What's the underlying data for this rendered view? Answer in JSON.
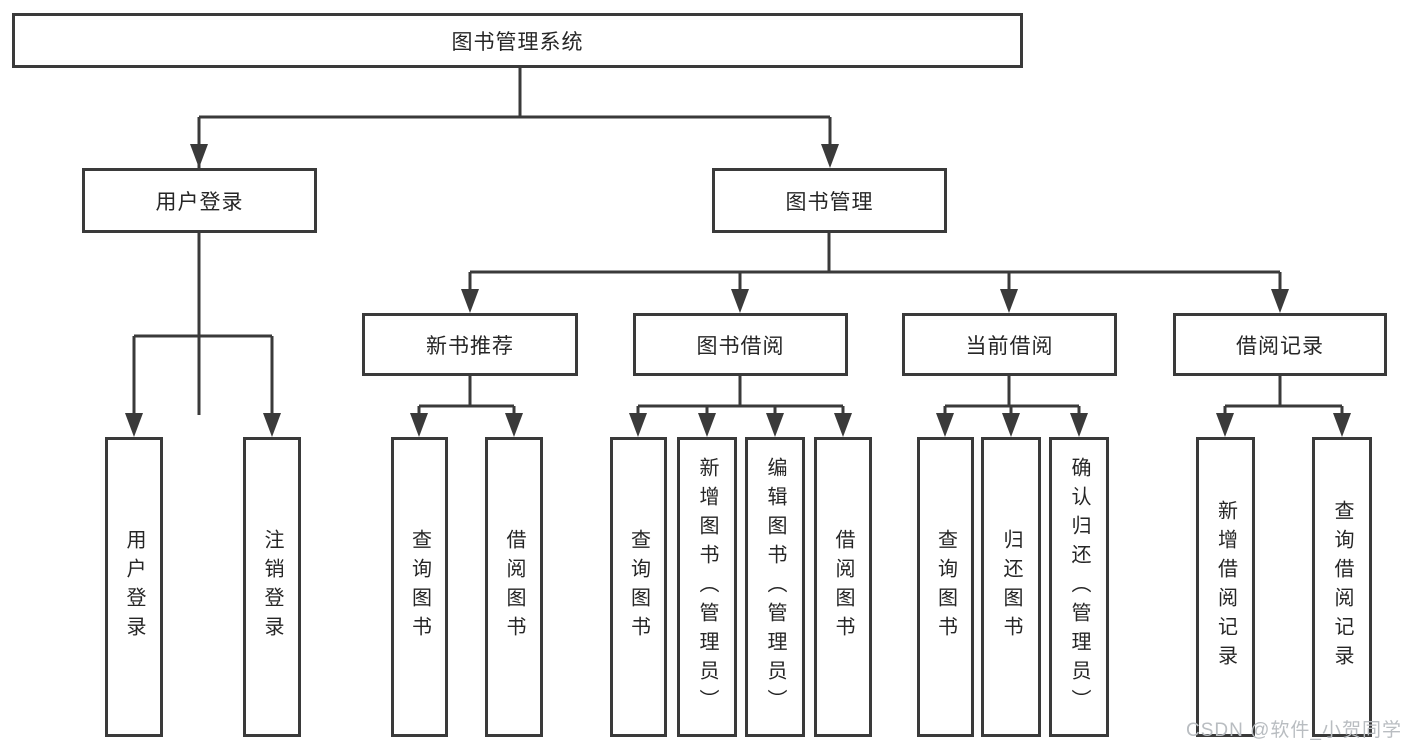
{
  "diagram": {
    "type": "hierarchy-tree",
    "root": {
      "label": "图书管理系统"
    },
    "level2": [
      {
        "label": "用户登录"
      },
      {
        "label": "图书管理"
      }
    ],
    "level3": [
      {
        "label": "新书推荐"
      },
      {
        "label": "图书借阅"
      },
      {
        "label": "当前借阅"
      },
      {
        "label": "借阅记录"
      }
    ],
    "leaves": {
      "userLogin": [
        {
          "label": "用户登录"
        },
        {
          "label": "注销登录"
        }
      ],
      "newBookRecommend": [
        {
          "label": "查询图书"
        },
        {
          "label": "借阅图书"
        }
      ],
      "bookBorrow": [
        {
          "label": "查询图书"
        },
        {
          "label": "新增图书（管理员）"
        },
        {
          "label": "编辑图书（管理员）"
        },
        {
          "label": "借阅图书"
        }
      ],
      "currentBorrow": [
        {
          "label": "查询图书"
        },
        {
          "label": "归还图书"
        },
        {
          "label": "确认归还（管理员）"
        }
      ],
      "borrowRecords": [
        {
          "label": "新增借阅记录"
        },
        {
          "label": "查询借阅记录"
        }
      ]
    },
    "colors": {
      "line": "#3a3a3a",
      "boxBorder": "#3a3a3a",
      "text": "#262626",
      "background": "#ffffff",
      "watermark": "#b9bdc1"
    }
  },
  "watermark": {
    "text": "CSDN @软件_小贺同学"
  }
}
